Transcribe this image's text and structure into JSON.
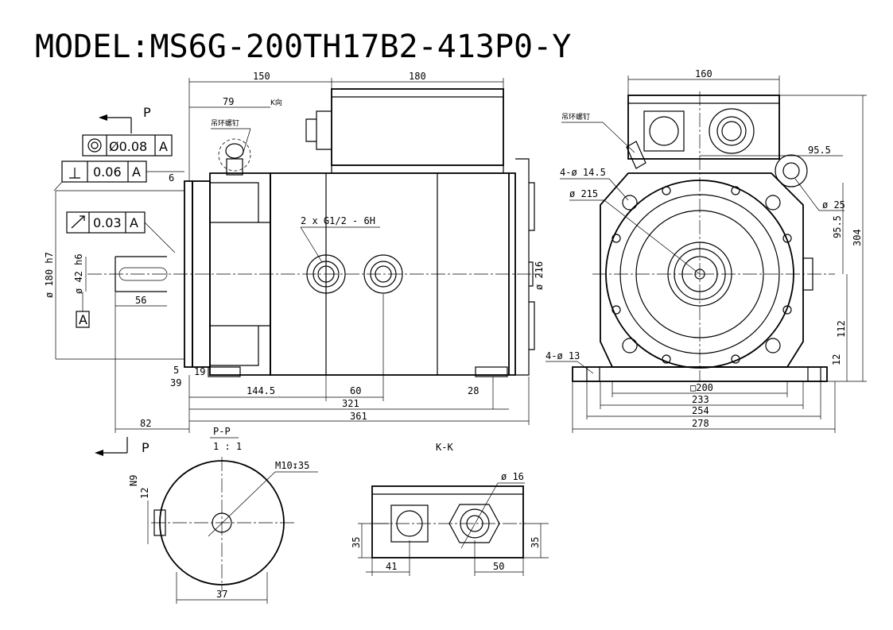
{
  "title": "MODEL:MS6G-200TH17B2-413P0-Y",
  "side_view": {
    "dims": {
      "d150": "150",
      "d180": "180",
      "d79": "79",
      "k_dir": "K向",
      "lifting_screw": "吊环螺钉",
      "d6": "6",
      "thread": "2 x G1/2 - 6H",
      "d180h7": "ø 180 h7",
      "d42h6": "ø 42 h6",
      "d56": "56",
      "d216": "ø 216",
      "d5": "5",
      "d19": "19",
      "d39": "39",
      "d144_5": "144.5",
      "d60": "60",
      "d28": "28",
      "d321": "321",
      "d361": "361",
      "d82": "82"
    },
    "fcf": {
      "view_p": "P",
      "coaxial": {
        "tol": "Ø0.08",
        "datum": "A"
      },
      "perpendicular": {
        "tol": "0.06",
        "datum": "A"
      },
      "runout": {
        "tol": "0.03",
        "datum": "A"
      },
      "datum_label": "A"
    }
  },
  "front_view": {
    "dims": {
      "d160": "160",
      "lifting_screw": "吊环螺钉",
      "d95_5_top": "95.5",
      "d4x14_5": "4-ø 14.5",
      "d215": "ø 215",
      "d25": "ø 25",
      "d95_5_side": "95.5",
      "d304": "304",
      "d112": "112",
      "d4x13": "4-ø 13",
      "d12": "12",
      "d200": "□200",
      "d233": "233",
      "d254": "254",
      "d278": "278"
    }
  },
  "section_pp": {
    "label": "P-P",
    "scale": "1 : 1",
    "view_p": "P",
    "tap": "M10↧35",
    "n9": "N9",
    "d12": "12",
    "d37": "37"
  },
  "view_kk": {
    "label": "K-K",
    "d16": "ø 16",
    "d35_left": "35",
    "d35_right": "35",
    "d41": "41",
    "d50": "50"
  }
}
